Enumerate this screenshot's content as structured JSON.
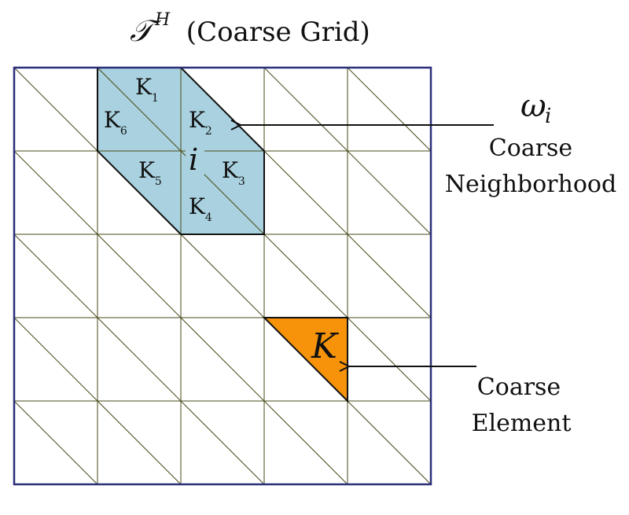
{
  "title": {
    "symbol": "𝒯",
    "superscript": "H",
    "text": " (Coarse Grid)"
  },
  "grid": {
    "rows": 5,
    "cols": 5,
    "line_color": "#4a4a1a",
    "border_color": "#2a2f7a"
  },
  "neighborhood": {
    "fill": "#a9d1df",
    "node_label": "i",
    "elements": [
      {
        "label": "K",
        "sub": "1"
      },
      {
        "label": "K",
        "sub": "2"
      },
      {
        "label": "K",
        "sub": "3"
      },
      {
        "label": "K",
        "sub": "4"
      },
      {
        "label": "K",
        "sub": "5"
      },
      {
        "label": "K",
        "sub": "6"
      }
    ]
  },
  "element": {
    "fill": "#f7930a",
    "label": "K"
  },
  "annotations": {
    "neighborhood_symbol": "ω",
    "neighborhood_symbol_sub": "i",
    "neighborhood_line1": "Coarse",
    "neighborhood_line2": "Neighborhood",
    "element_line1": "Coarse",
    "element_line2": "Element"
  }
}
